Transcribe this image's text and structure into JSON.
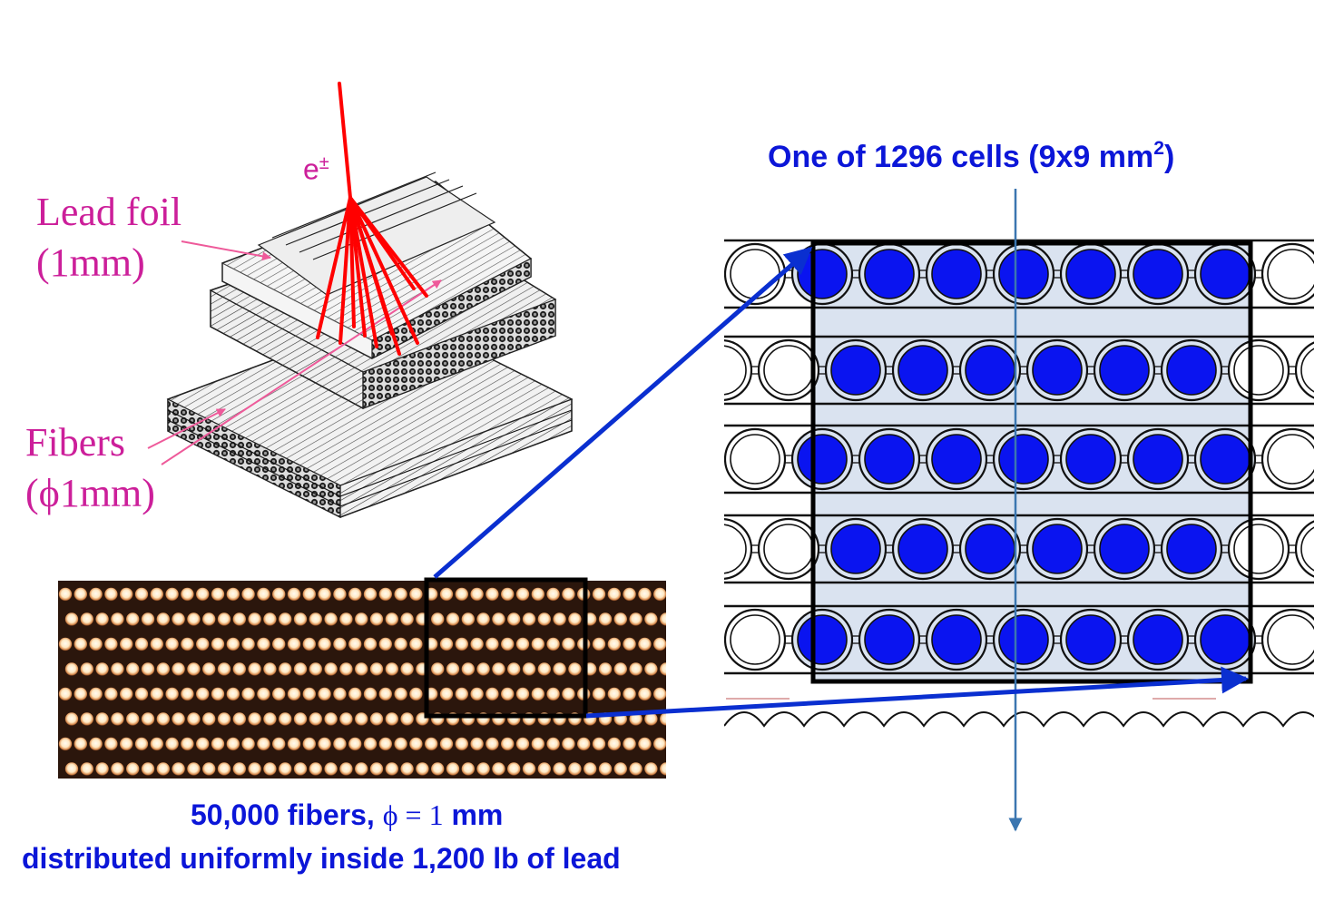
{
  "labels": {
    "particle": "e",
    "particle_charge": "±",
    "lead_foil_line1": "Lead foil",
    "lead_foil_line2": "(1mm)",
    "fibers_line1": "Fibers",
    "fibers_line2": "(ϕ1mm)",
    "cell_title_main": "One of 1296 cells (9x9 mm",
    "cell_title_exponent": "2",
    "cell_title_close": ")",
    "caption_line1_a": "50,000 fibers, ",
    "caption_line1_phi": "ϕ = 1",
    "caption_line1_b": " mm",
    "caption_line2": "distributed uniformly inside 1,200 lb of lead"
  },
  "colors": {
    "label_magenta": "#cc1f9a",
    "title_blue": "#0b16d8",
    "shower_red": "#ff0000",
    "zoom_arrow_blue": "#0a2fd0",
    "axis_line_blue": "#3b76b0",
    "cell_fill": "#dae3f0",
    "fiber_fill": "#0a14f0",
    "micrograph_bg": "#2b160c",
    "micrograph_fiber": "#fff1d4"
  },
  "icons": {
    "shower": "particle-shower-lines",
    "module": "lead-fiber-module-sketch",
    "micrograph": "fiber-cross-section-photo",
    "cell": "cell-fiber-grid"
  }
}
